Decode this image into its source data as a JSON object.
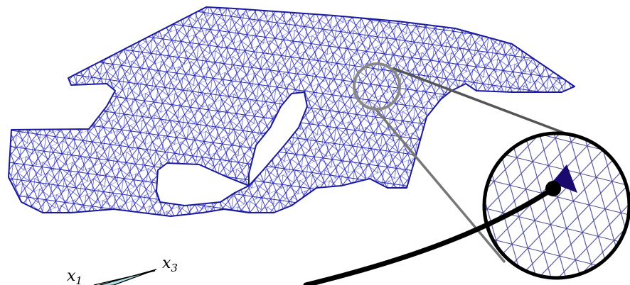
{
  "figure": {
    "vertex_labels": [
      {
        "base": "x",
        "sub": "1"
      },
      {
        "base": "x",
        "sub": "3"
      }
    ],
    "colors": {
      "mesh_edge": "#2a2ab8",
      "mesh_fill": "#ffffff",
      "boundary": "#1a1a9a",
      "zoom_mesh": "#4a4a9a",
      "highlight_triangle": "#1a0a6e",
      "element_fill": "#aee0e8",
      "magnifier_ring": "#888888",
      "zoom_ring": "#000000",
      "pointer": "#000000"
    },
    "icons": [
      "magnifier-circle",
      "zoom-inset-circle",
      "pointer-arrow"
    ]
  }
}
